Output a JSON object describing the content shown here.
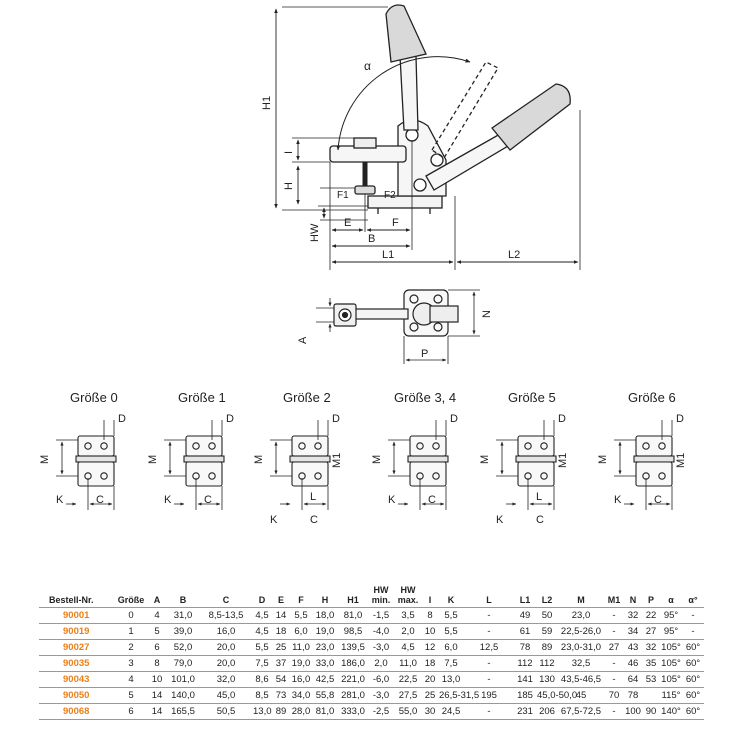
{
  "main_drawing": {
    "dim_labels": {
      "H1": "H1",
      "H": "H",
      "I": "I",
      "HW": "HW",
      "E": "E",
      "F": "F",
      "B": "B",
      "L1": "L1",
      "L2": "L2",
      "alpha": "α",
      "F1": "F1",
      "F2": "F2"
    }
  },
  "top_view": {
    "dim_labels": {
      "A": "A",
      "N": "N",
      "P": "P"
    }
  },
  "sizes": [
    {
      "label": "Größe 0",
      "dims": [
        "D",
        "M",
        "K",
        "C"
      ]
    },
    {
      "label": "Größe 1",
      "dims": [
        "D",
        "M",
        "K",
        "C"
      ]
    },
    {
      "label": "Größe 2",
      "dims": [
        "D",
        "M",
        "M1",
        "L",
        "K",
        "C"
      ]
    },
    {
      "label": "Größe 3, 4",
      "dims": [
        "D",
        "M",
        "K",
        "C"
      ]
    },
    {
      "label": "Größe 5",
      "dims": [
        "D",
        "M",
        "M1",
        "L",
        "K",
        "C"
      ]
    },
    {
      "label": "Größe 6",
      "dims": [
        "D",
        "M",
        "M1",
        "K",
        "C"
      ]
    }
  ],
  "table": {
    "headers": [
      "Bestell-Nr.",
      "Größe",
      "A",
      "B",
      "C",
      "D",
      "E",
      "F",
      "H",
      "H1",
      "HW min.",
      "HW max.",
      "I",
      "K",
      "L",
      "L1",
      "L2",
      "M",
      "M1",
      "N",
      "P",
      "α",
      "α°"
    ],
    "rows": [
      [
        "90001",
        "0",
        "4",
        "31,0",
        "8,5-13,5",
        "4,5",
        "14",
        "5,5",
        "18,0",
        "81,0",
        "-1,5",
        "3,5",
        "8",
        "5,5",
        "-",
        "49",
        "50",
        "23,0",
        "-",
        "32",
        "22",
        "95°",
        "-"
      ],
      [
        "90019",
        "1",
        "5",
        "39,0",
        "16,0",
        "4,5",
        "18",
        "6,0",
        "19,0",
        "98,5",
        "-4,0",
        "2,0",
        "10",
        "5,5",
        "-",
        "61",
        "59",
        "22,5-26,0",
        "-",
        "34",
        "27",
        "95°",
        "-"
      ],
      [
        "90027",
        "2",
        "6",
        "52,0",
        "20,0",
        "5,5",
        "25",
        "11,0",
        "23,0",
        "139,5",
        "-3,0",
        "4,5",
        "12",
        "6,0",
        "12,5",
        "78",
        "89",
        "23,0-31,0",
        "27",
        "43",
        "32",
        "105°",
        "60°"
      ],
      [
        "90035",
        "3",
        "8",
        "79,0",
        "20,0",
        "7,5",
        "37",
        "19,0",
        "33,0",
        "186,0",
        "2,0",
        "11,0",
        "18",
        "7,5",
        "-",
        "112",
        "112",
        "32,5",
        "-",
        "46",
        "35",
        "105°",
        "60°"
      ],
      [
        "90043",
        "4",
        "10",
        "101,0",
        "32,0",
        "8,6",
        "54",
        "16,0",
        "42,5",
        "221,0",
        "-6,0",
        "22,5",
        "20",
        "13,0",
        "-",
        "141",
        "130",
        "43,5-46,5",
        "-",
        "64",
        "53",
        "105°",
        "60°"
      ],
      [
        "90050",
        "5",
        "14",
        "140,0",
        "45,0",
        "8,5",
        "73",
        "34,0",
        "55,8",
        "281,0",
        "-3,0",
        "27,5",
        "25",
        "26,5-31,5",
        "195",
        "185",
        "45,0-50,0",
        "45",
        "70",
        "78",
        "",
        "115°",
        "60°"
      ],
      [
        "90068",
        "6",
        "14",
        "165,5",
        "50,5",
        "13,0",
        "89",
        "28,0",
        "81,0",
        "333,0",
        "-2,5",
        "55,0",
        "30",
        "24,5",
        "-",
        "231",
        "206",
        "67,5-72,5",
        "-",
        "100",
        "90",
        "140°",
        "60°"
      ]
    ]
  }
}
